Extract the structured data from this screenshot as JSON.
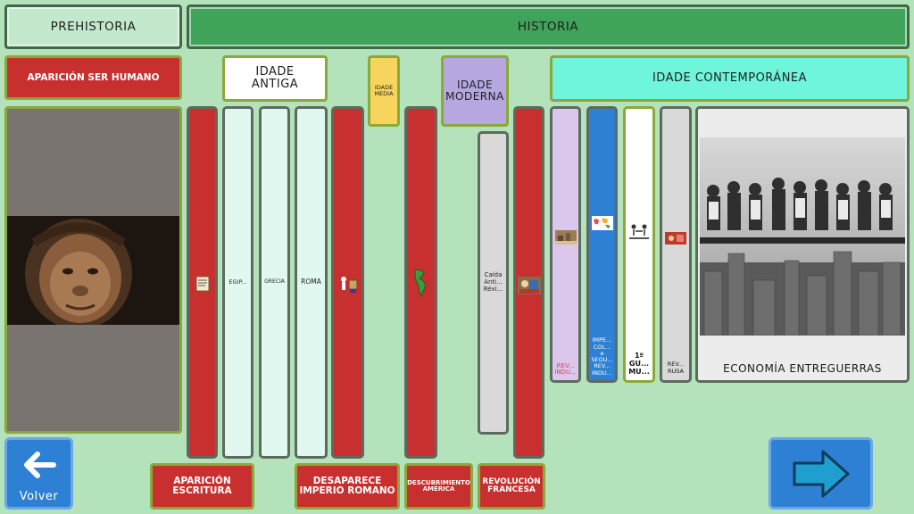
{
  "header": {
    "prehistoria": "PREHISTORIA",
    "historia": "HISTORIA"
  },
  "ages": {
    "aparicion": "APARICIÓN SER HUMANO",
    "antiga": "IDADE\nANTIGA",
    "media": "IDADE\nMEDIA",
    "moderna": "IDADE\nMODERNA",
    "contemporanea": "IDADE CONTEMPORÁNEA"
  },
  "columns": {
    "egipto": "EGIP...",
    "grecia": "GRECIA",
    "roma": "ROMA",
    "caida": "Caída\nAnti...\nRéxi...",
    "revindu": "REV...\nINDU...",
    "imperialismo": "IMPE...\nCOL...\ne\nSEGU...\nREV...\nINDU...",
    "guerra": "1º\nGU...\nMU...",
    "revrusa": "REV...\nRUSA"
  },
  "featured": {
    "label": "ECONOMÍA ENTREGUERRAS"
  },
  "events": {
    "escritura": "APARICIÓN\nESCRITURA",
    "imperio": "DESAPARECE\nIMPERIO ROMANO",
    "america": "DESCUBRIMIENTO\nAMÉRICA",
    "francesa": "REVOLUCIÓN\nFRANCESA"
  },
  "nav": {
    "back_label": "Volver"
  },
  "colors": {
    "background": "#b4e2bb",
    "historia": "#3fa45a",
    "red": "#c8302f",
    "mint": "#e0f8f0",
    "yellow": "#f7d55c",
    "purple": "#b7a7e0",
    "cyan": "#6ff5dc",
    "lavender": "#dcc7ec",
    "blue": "#2e80d4"
  },
  "icons": {
    "back": "arrow-left-icon",
    "next": "arrow-right-icon"
  }
}
